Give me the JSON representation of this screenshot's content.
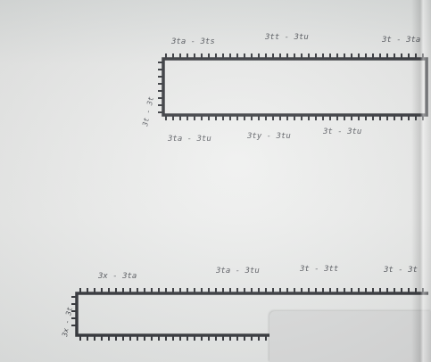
{
  "sketch": {
    "stamp_top": {
      "top_labels": [
        "3ta - 3ts",
        "3tt - 3tu",
        "3t - 3ta"
      ],
      "bottom_labels": [
        "3ta - 3tu",
        "3ty - 3tu",
        "3t - 3tu"
      ],
      "side_label": "3t - 3t"
    },
    "stamp_bottom": {
      "top_labels": [
        "3x - 3ta",
        "3ta - 3tu",
        "3t - 3tt",
        "3t - 3t"
      ],
      "side_label": "3x - 3t"
    }
  },
  "colors": {
    "ink": "#3a3d44",
    "paper": "#eceeed"
  }
}
